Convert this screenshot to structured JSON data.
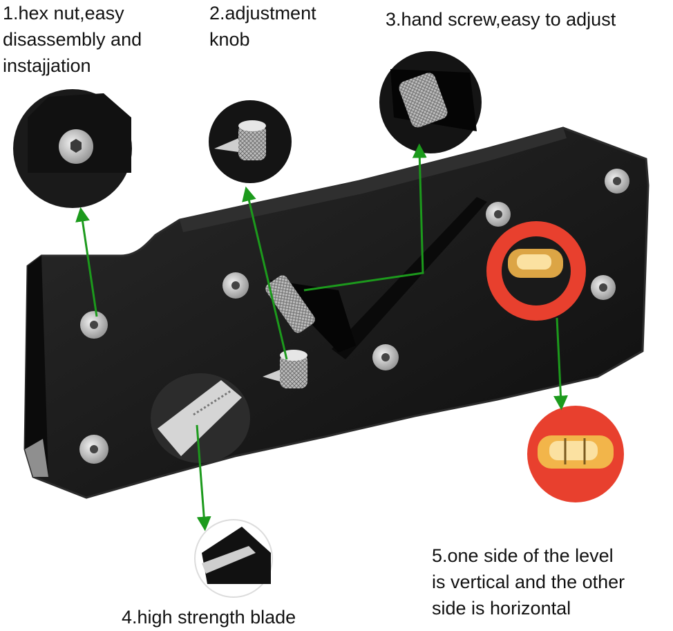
{
  "labels": {
    "hex_nut": "1.hex nut,easy\ndisassembly and\ninstajjation",
    "adjustment_knob": "2.adjustment\nknob",
    "hand_screw": "3.hand screw,easy to adjust",
    "blade": "4.high strength blade",
    "level": "5.one side of the level\nis vertical and the other\nside is horizontal"
  },
  "colors": {
    "body": "#151515",
    "body_edge": "#2b2b2b",
    "level_ring": "#e8402e",
    "level_vial": "#f2b54a",
    "arrow": "#1c9a1c",
    "steel": "#c9c9c9"
  }
}
